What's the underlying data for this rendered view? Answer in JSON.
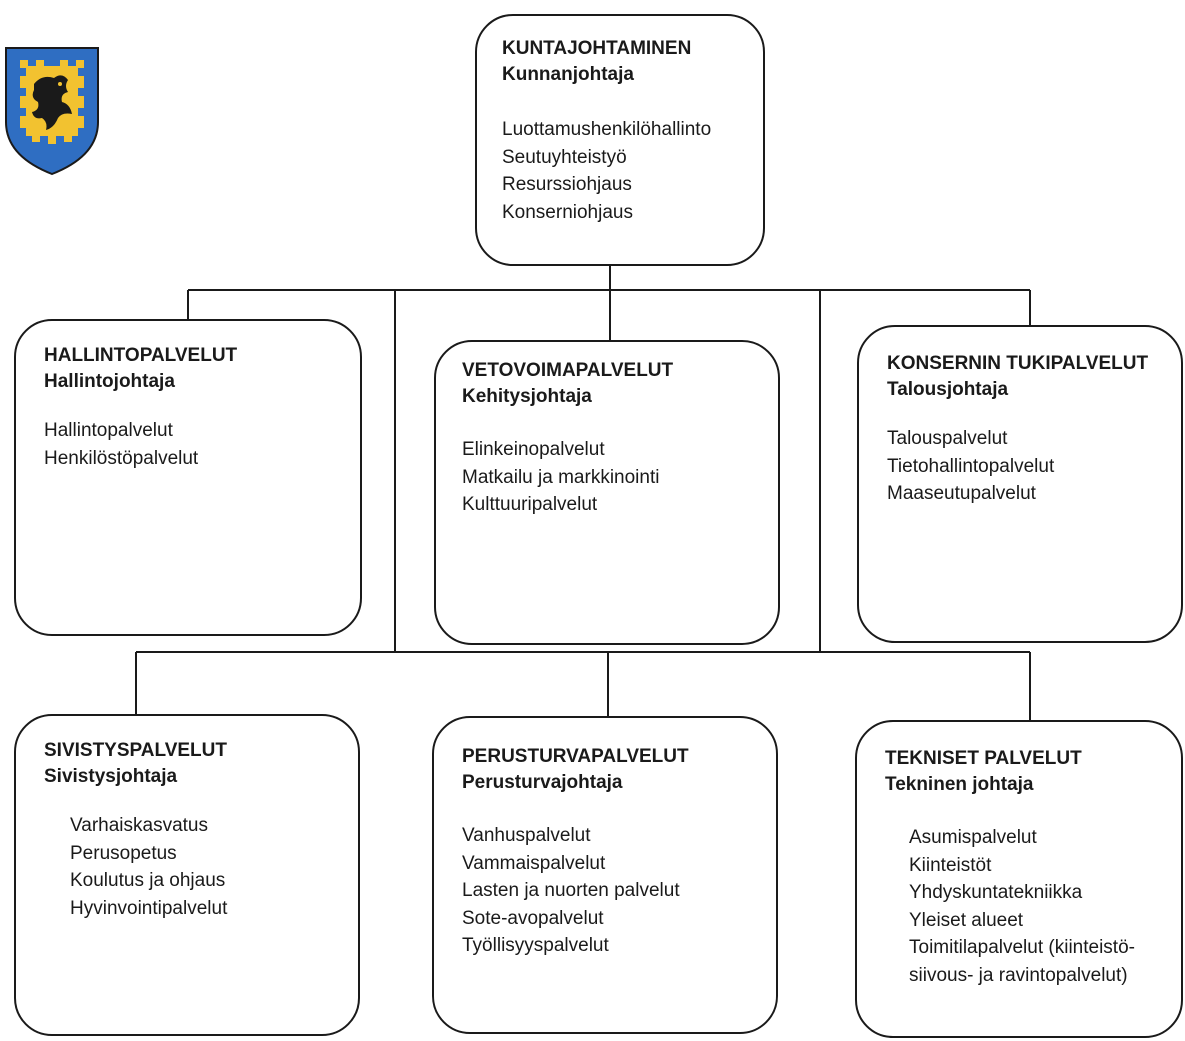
{
  "logo": {
    "icon": "municipal-coat-of-arms-icon",
    "colors": {
      "field": "#2f6ec2",
      "border": "#f2c230",
      "figure": "#1a1a1a"
    }
  },
  "top": {
    "title": "KUNTAJOHTAMINEN",
    "role": "Kunnanjohtaja",
    "items": [
      "Luottamushenkilöhallinto",
      "Seutuyhteistyö",
      "Resurssiohjaus",
      "Konserniohjaus"
    ]
  },
  "row1": [
    {
      "title": "HALLINTOPALVELUT",
      "role": "Hallintojohtaja",
      "items": [
        "Hallintopalvelut",
        "Henkilöstöpalvelut"
      ]
    },
    {
      "title": "VETOVOIMAPALVELUT",
      "role": "Kehitysjohtaja",
      "items": [
        "Elinkeinopalvelut",
        "Matkailu ja markkinointi",
        "Kulttuuripalvelut"
      ]
    },
    {
      "title": "KONSERNIN TUKIPALVELUT",
      "role": "Talousjohtaja",
      "items": [
        "Talouspalvelut",
        "Tietohallintopalvelut",
        "Maaseutupalvelut"
      ]
    }
  ],
  "row2": [
    {
      "title": "SIVISTYSPALVELUT",
      "role": "Sivistysjohtaja",
      "items": [
        "Varhaiskasvatus",
        "Perusopetus",
        "Koulutus ja ohjaus",
        "Hyvinvointipalvelut"
      ]
    },
    {
      "title": "PERUSTURVAPALVELUT",
      "role": "Perusturvajohtaja",
      "items": [
        "Vanhuspalvelut",
        "Vammaispalvelut",
        "Lasten ja nuorten palvelut",
        "Sote-avopalvelut",
        "Työllisyyspalvelut"
      ]
    },
    {
      "title": "TEKNISET PALVELUT",
      "role": "Tekninen johtaja",
      "items": [
        "Asumispalvelut",
        "Kiinteistöt",
        "Yhdyskuntatekniikka",
        "Yleiset alueet",
        "Toimitilapalvelut (kiinteistö-",
        "siivous- ja ravintopalvelut)"
      ]
    }
  ]
}
